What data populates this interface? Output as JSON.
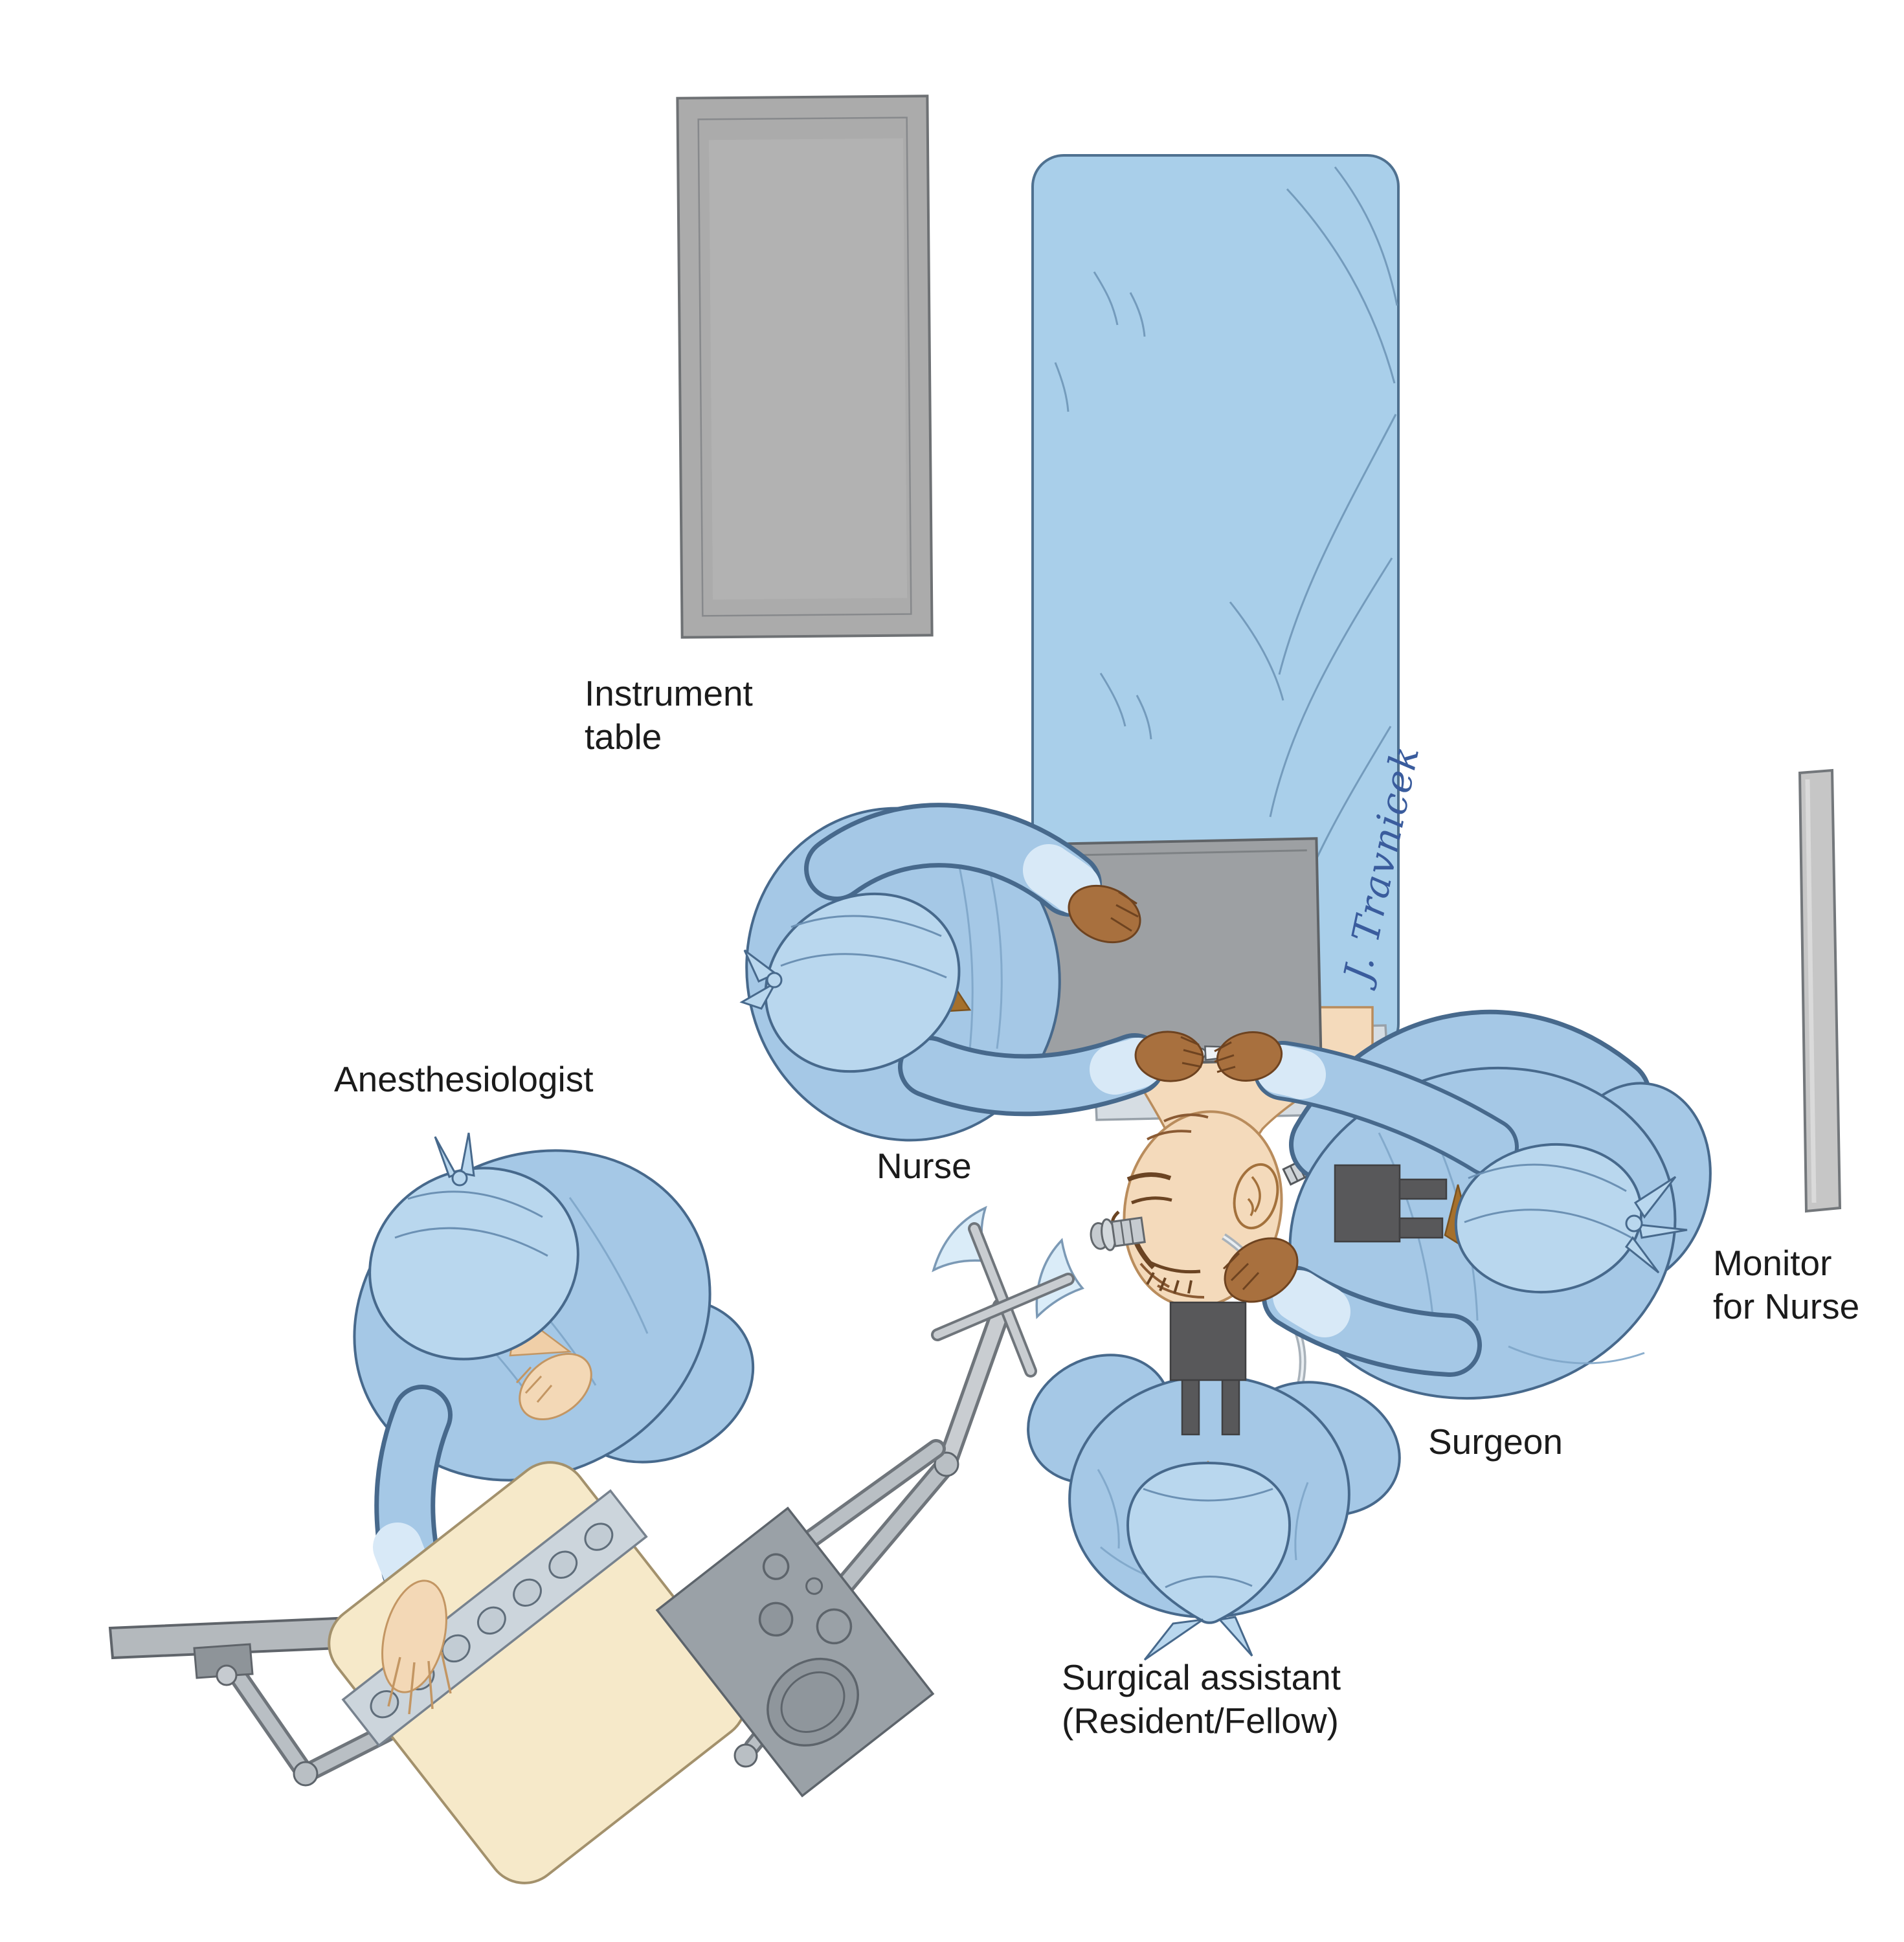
{
  "figure": {
    "kind": "operating-room-setup-illustration",
    "view": "top-down"
  },
  "labels": {
    "instrument_table": "Instrument\ntable",
    "anesthesiologist": "Anesthesiologist",
    "nurse": "Nurse",
    "monitor": "Monitor\nfor Nurse",
    "surgeon": "Surgeon",
    "surgical_assistant": "Surgical assistant\n(Resident/Fellow)",
    "signature": "J. Travnicek"
  },
  "palette": {
    "scrub_blue": "#a5c8e6",
    "cap_blue": "#b9d7ee",
    "outline_blue": "#47698c",
    "drape_blue": "#a9cfea",
    "flag_blue": "#daecf8",
    "skin_light": "#f3d8b6",
    "skin_dark": "#a8703e",
    "hair_brown": "#a5702c",
    "instrument_table_gray": "#ababab",
    "tray_gray": "#9da0a3",
    "monitor_gray": "#c6c6c6",
    "headboard_gray": "#d6dde3",
    "machine_beige": "#f6e9c9",
    "band_gray": "#ccd5dc",
    "panel_gray": "#9aa1a7",
    "loupes_black": "#58585a",
    "signature_blue": "#3a5c9d",
    "label_text": "#1b1b1b"
  }
}
